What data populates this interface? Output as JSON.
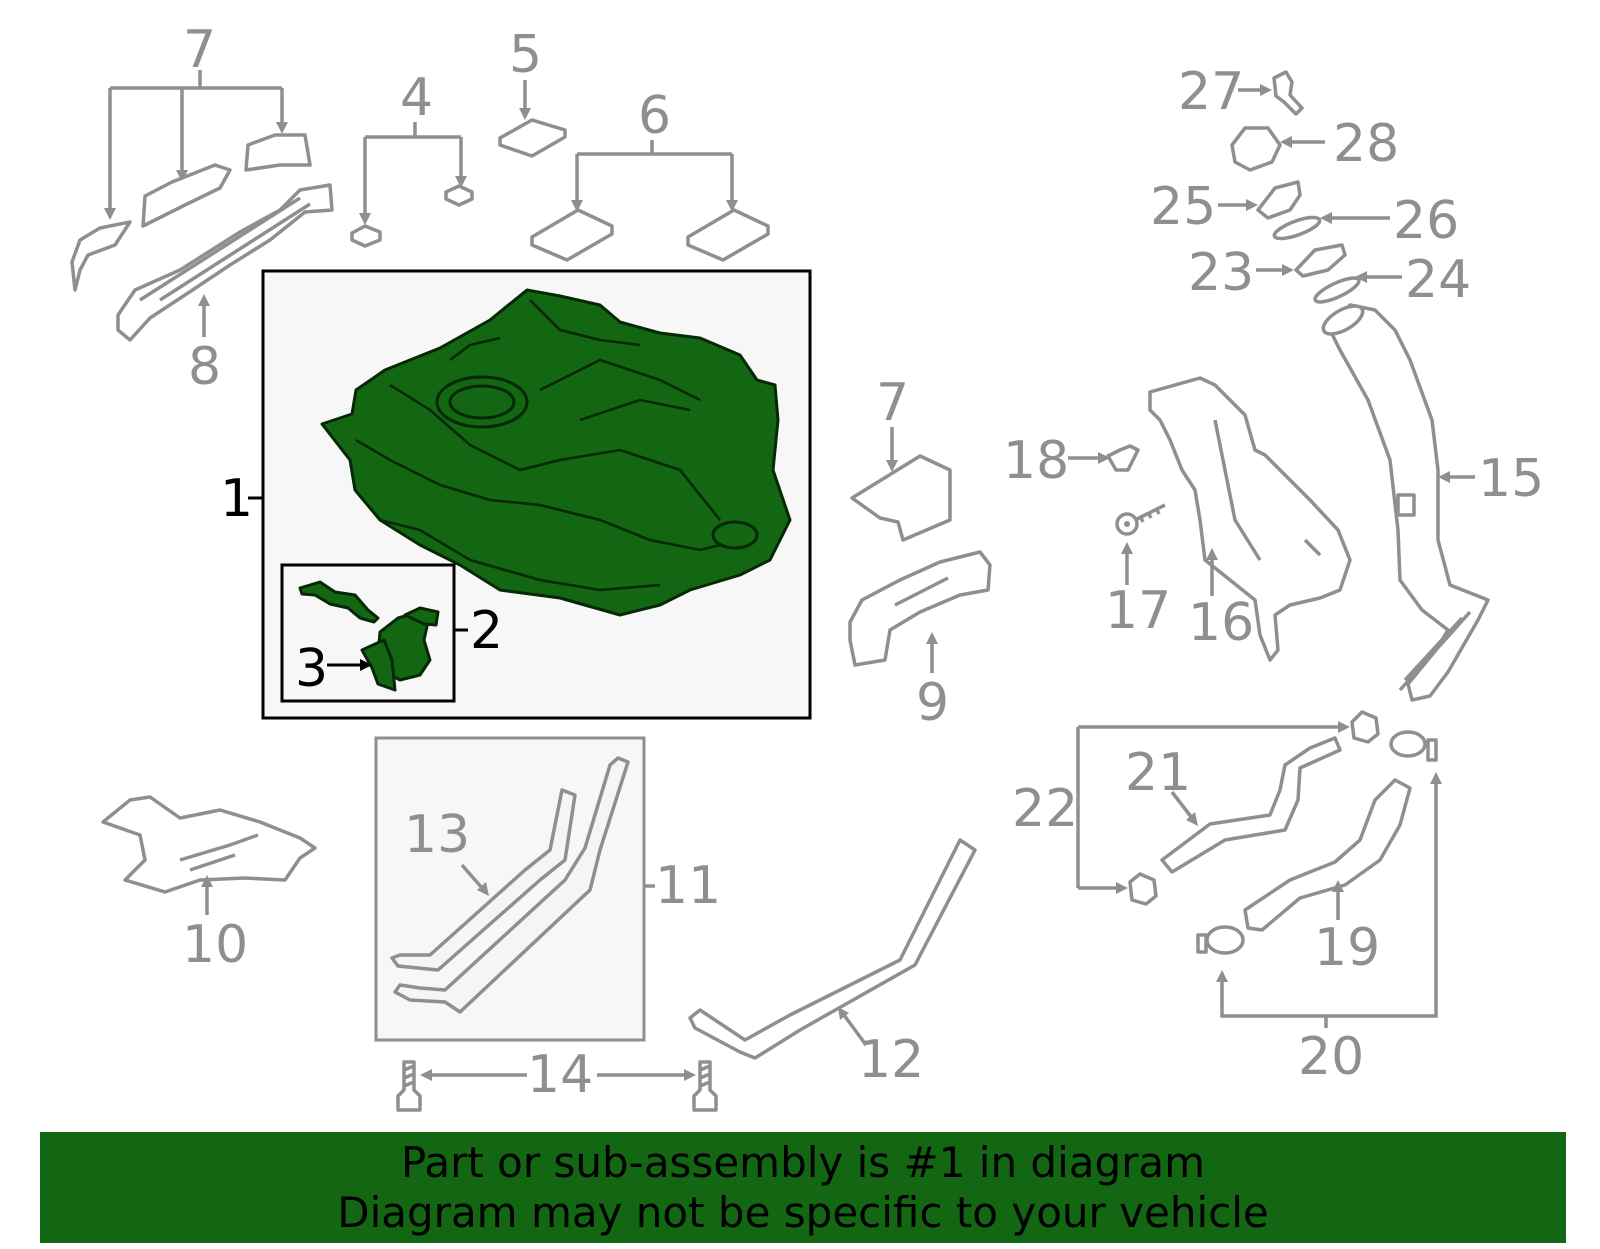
{
  "callouts": {
    "n1": "1",
    "n2": "2",
    "n3": "3",
    "n4": "4",
    "n5": "5",
    "n6": "6",
    "n7a": "7",
    "n7b": "7",
    "n8": "8",
    "n9": "9",
    "n10": "10",
    "n11": "11",
    "n12": "12",
    "n13": "13",
    "n14": "14",
    "n15": "15",
    "n16": "16",
    "n17": "17",
    "n18": "18",
    "n19": "19",
    "n20": "20",
    "n21": "21",
    "n22": "22",
    "n23": "23",
    "n24": "24",
    "n25": "25",
    "n26": "26",
    "n27": "27",
    "n28": "28"
  },
  "banner": {
    "line1": "Part or sub-assembly is #1 in diagram",
    "line2": "Diagram may not be specific to your vehicle"
  },
  "colors": {
    "highlight": "#136612",
    "callout_grey": "#8f8f8f",
    "callout_dark": "#000000"
  }
}
